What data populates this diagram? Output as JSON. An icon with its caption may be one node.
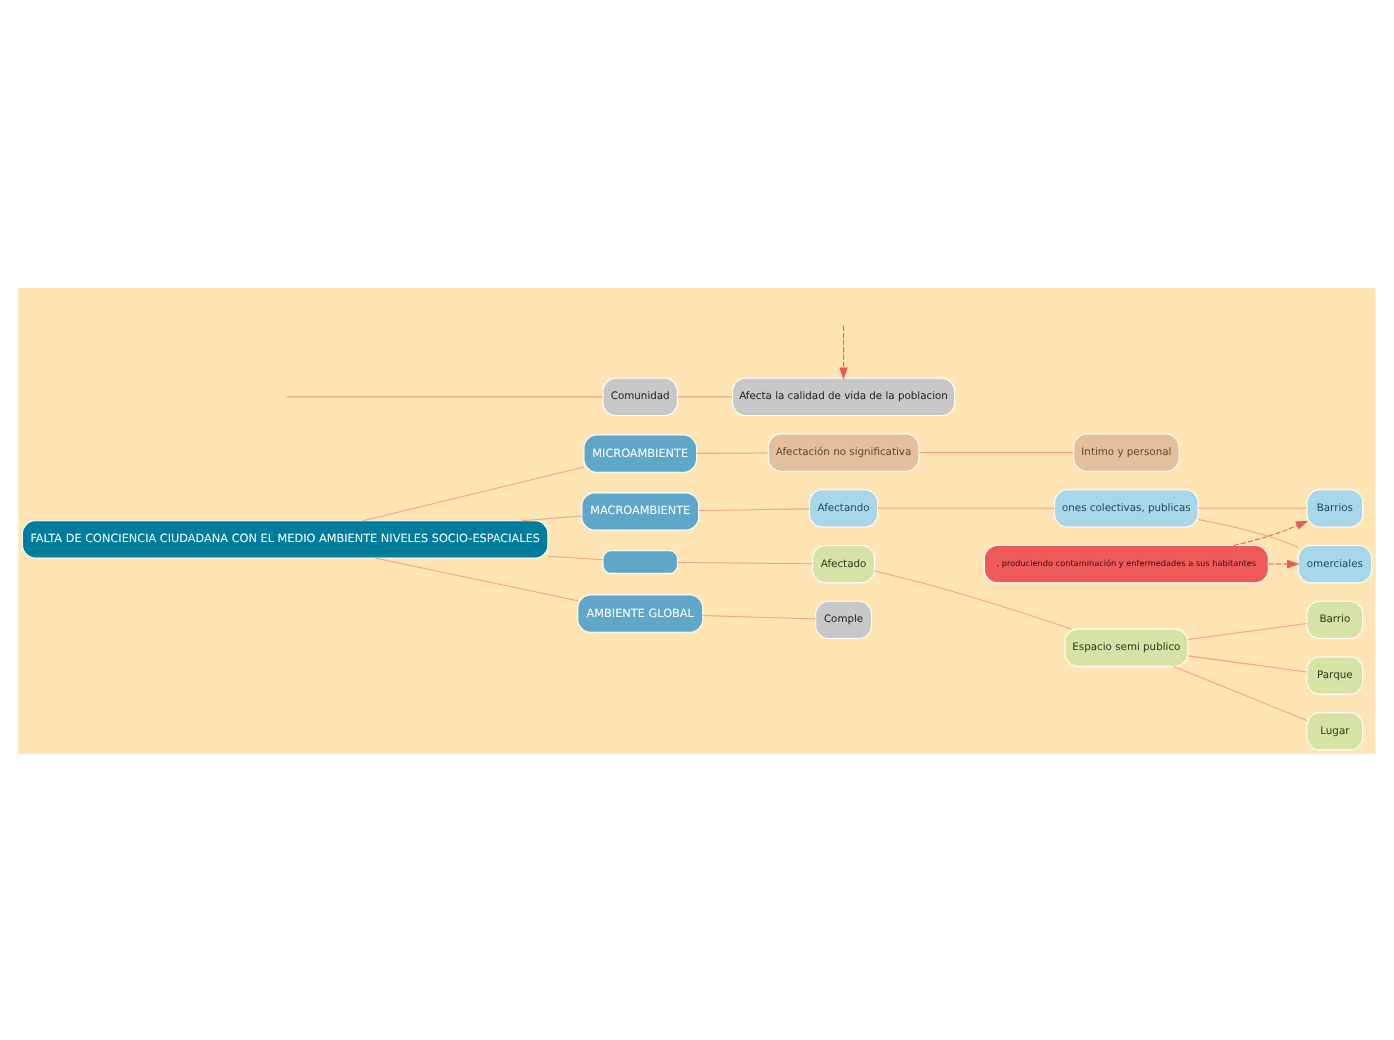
{
  "diagram": {
    "nodes": [
      {
        "text": [
          "FALTA DE CONCIENCIA CIUDADANA CON EL MEDIO AMBIENTE NIVELES SOCIO-ESPACIALES"
        ]
      },
      {
        "text": [
          "MICROAMBIENTE"
        ]
      },
      {
        "text": [
          "Afectación no significativa"
        ]
      },
      {
        "text": [
          "Intimo y personal"
        ]
      },
      {
        "text": [
          "MACROAMBIENTE"
        ]
      },
      {
        "text": [
          "Afectando"
        ]
      },
      {
        "text": [
          "ones colectivas, publicas"
        ]
      },
      {
        "text": [
          "omerciales"
        ]
      },
      {
        "text": [
          "Barrios"
        ]
      },
      {
        "text": [
          ", produciendo contaminación y enfermedades a sus habitantes"
        ]
      },
      {
        "text": [],
        "shape": "box"
      },
      {
        "text": [
          "Afectado"
        ]
      },
      {
        "text": [
          "Espacio semi publico"
        ]
      },
      {
        "text": [
          "Barrio"
        ]
      },
      {
        "text": [
          "Parque"
        ]
      },
      {
        "text": [
          "Lugar"
        ]
      },
      {
        "text": [
          "AMBIENTE GLOBAL"
        ]
      },
      {
        "text": [
          "Comple"
        ]
      },
      {
        "text": [
          "Comunidad"
        ]
      },
      {
        "text": [
          "Afecta la calidad de vida de la poblacion"
        ]
      }
    ],
    "edges": [
      {
        "from": 0,
        "to": 1,
        "arrow": "none"
      },
      {
        "from": 1,
        "to": 2,
        "arrow": "none"
      },
      {
        "from": 2,
        "to": 3,
        "arrow": "none"
      },
      {
        "from": 0,
        "to": 4,
        "arrow": "none"
      },
      {
        "from": 4,
        "to": 5,
        "arrow": "none"
      },
      {
        "from": 5,
        "to": 6,
        "arrow": "none"
      },
      {
        "from": 6,
        "to": 7,
        "arrow": "none"
      },
      {
        "from": 6,
        "to": 8,
        "arrow": "none"
      },
      {
        "from": 9,
        "to": 7,
        "arrow": "to",
        "style": "dashed",
        "color": "#e85a5a"
      },
      {
        "from": 9,
        "to": 8,
        "arrow": "to",
        "style": "dashed",
        "color": "#e85a5a"
      },
      {
        "from": 0,
        "to": 10,
        "arrow": "none"
      },
      {
        "from": 10,
        "to": 11,
        "arrow": "none"
      },
      {
        "from": 11,
        "to": 12,
        "arrow": "none"
      },
      {
        "from": 12,
        "to": 13,
        "arrow": "none"
      },
      {
        "from": 12,
        "to": 14,
        "arrow": "none"
      },
      {
        "from": 12,
        "to": 15,
        "arrow": "none"
      },
      {
        "from": 0,
        "to": 16,
        "arrow": "none"
      },
      {
        "from": 16,
        "to": 17,
        "arrow": "none"
      },
      {
        "from": null,
        "to": 18,
        "arrow": "none"
      },
      {
        "from": 18,
        "to": 19,
        "arrow": "none"
      },
      {
        "from": null,
        "to": 19,
        "arrow": "to",
        "style": "dashed",
        "color": "#e85a5a"
      }
    ]
  }
}
